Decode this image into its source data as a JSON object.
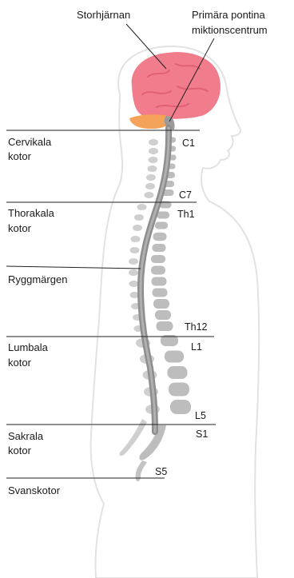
{
  "labels": {
    "brain": "Storhjärnan",
    "pmc_line1": "Primära pontina",
    "pmc_line2": "miktionscentrum",
    "cervical_line1": "Cervikala",
    "cervical_line2": "kotor",
    "thoracic_line1": "Thorakala",
    "thoracic_line2": "kotor",
    "spinal_cord": "Ryggmärgen",
    "lumbar_line1": "Lumbala",
    "lumbar_line2": "kotor",
    "sacral_line1": "Sakrala",
    "sacral_line2": "kotor",
    "coccyx": "Svanskotor"
  },
  "vertebra_labels": {
    "c1": "C1",
    "c7": "C7",
    "th1": "Th1",
    "th12": "Th12",
    "l1": "L1",
    "l5": "L5",
    "s1": "S1",
    "s5": "S5"
  },
  "colors": {
    "brain": "#f07c8c",
    "cerebellum": "#f5a35a",
    "spine": "#b8b8b8",
    "cord": "#8e8e8e",
    "outline": "#e2e2e2"
  }
}
